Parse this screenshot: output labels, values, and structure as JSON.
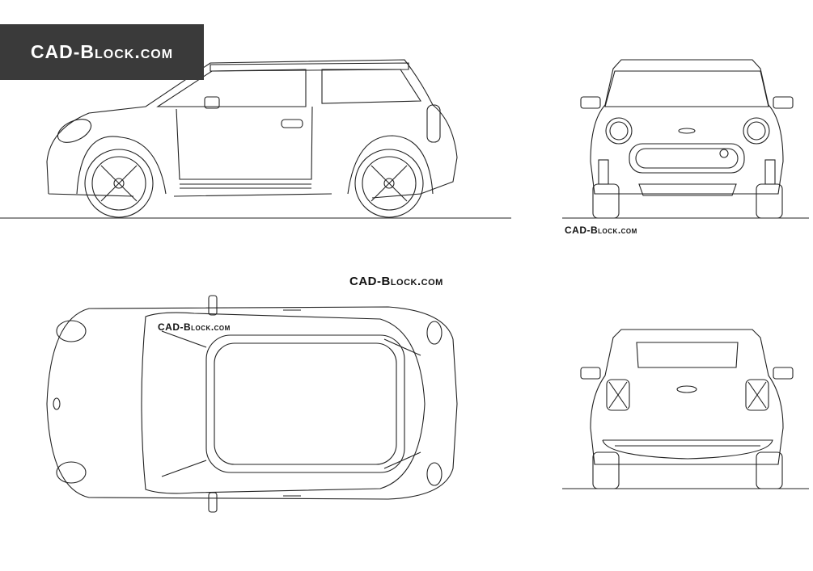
{
  "banner": {
    "text": "CAD-Block.com",
    "background": "#3a3a3a"
  },
  "watermarks": {
    "front": "CAD-Block.com",
    "top_right": "CAD-Block.com",
    "top_view": "CAD-Block.com"
  },
  "views": [
    "side-view",
    "front-view",
    "top-view",
    "rear-view"
  ]
}
